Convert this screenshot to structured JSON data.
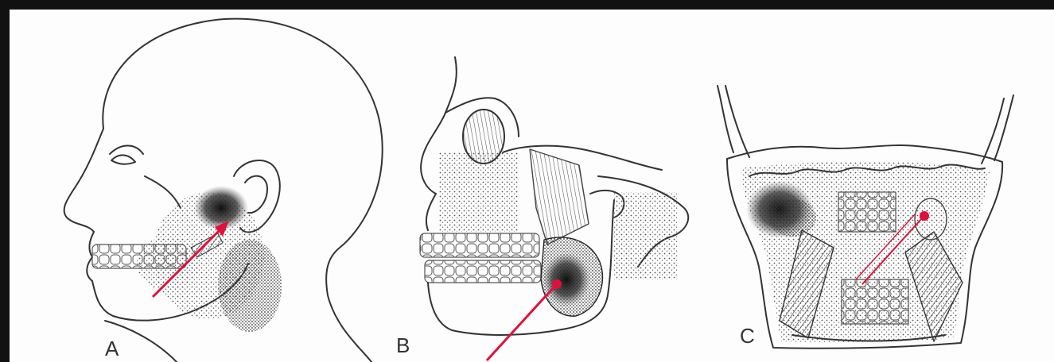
{
  "figure": {
    "panels": [
      {
        "id": "a",
        "label": "A"
      },
      {
        "id": "b",
        "label": "B"
      },
      {
        "id": "c",
        "label": "C"
      }
    ],
    "colors": {
      "line": "#333333",
      "arrow": "#e0103a",
      "shade": "#222222",
      "background": "#fdfdfd"
    }
  }
}
